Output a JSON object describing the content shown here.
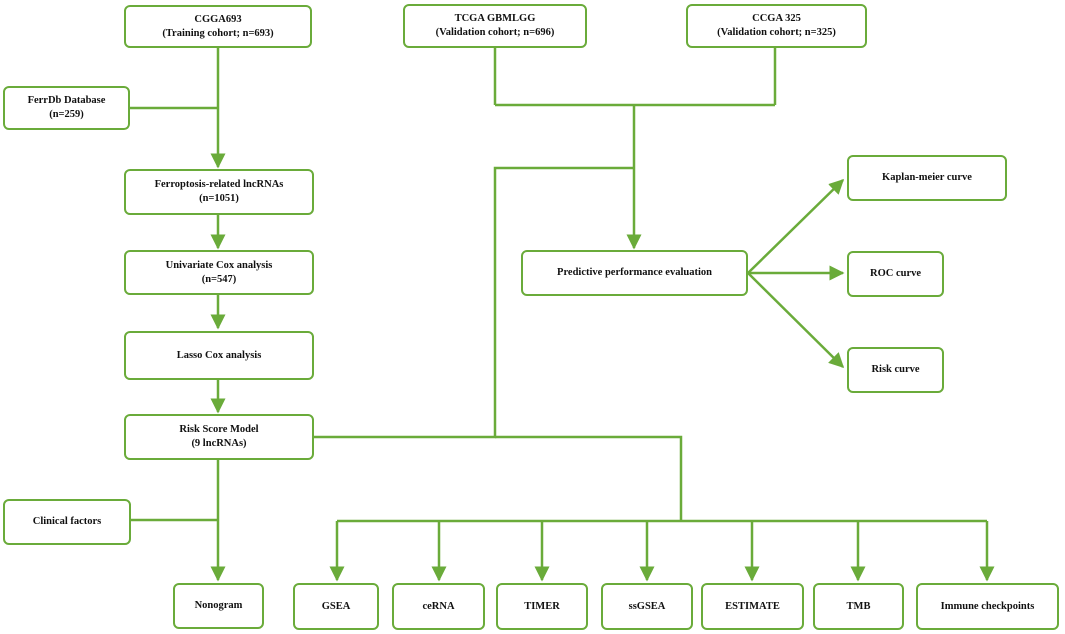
{
  "colors": {
    "stroke": "#6aab3a",
    "text": "#111111"
  },
  "nodes": {
    "cgga693": {
      "line1": "CGGA693",
      "line2": "(Training cohort; n=693)"
    },
    "tcga": {
      "line1": "TCGA GBMLGG",
      "line2": "(Validation cohort; n=696)"
    },
    "ccga325": {
      "line1": "CCGA 325",
      "line2": "(Validation cohort; n=325)"
    },
    "ferrdb": {
      "line1": "FerrDb Database",
      "line2": "(n=259)"
    },
    "ferroptosis": {
      "line1": "Ferroptosis-related lncRNAs",
      "line2": "(n=1051)"
    },
    "univariate": {
      "line1": "Univariate Cox analysis",
      "line2": "(n=547)"
    },
    "lasso": {
      "line1": "Lasso Cox analysis"
    },
    "risk_model": {
      "line1": "Risk Score Model",
      "line2": "(9 lncRNAs)"
    },
    "clinical": {
      "line1": "Clinical factors"
    },
    "nomogram": {
      "line1": "Nonogram"
    },
    "predictive": {
      "line1": "Predictive performance evaluation"
    },
    "kaplan": {
      "line1": "Kaplan-meier curve"
    },
    "roc": {
      "line1": "ROC curve"
    },
    "risk_curve": {
      "line1": "Risk curve"
    },
    "gsea": {
      "line1": "GSEA"
    },
    "cerna": {
      "line1": "ceRNA"
    },
    "timer": {
      "line1": "TIMER"
    },
    "ssgsea": {
      "line1": "ssGSEA"
    },
    "estimate": {
      "line1": "ESTIMATE"
    },
    "tmb": {
      "line1": "TMB"
    },
    "immune": {
      "line1": "Immune checkpoints"
    }
  }
}
